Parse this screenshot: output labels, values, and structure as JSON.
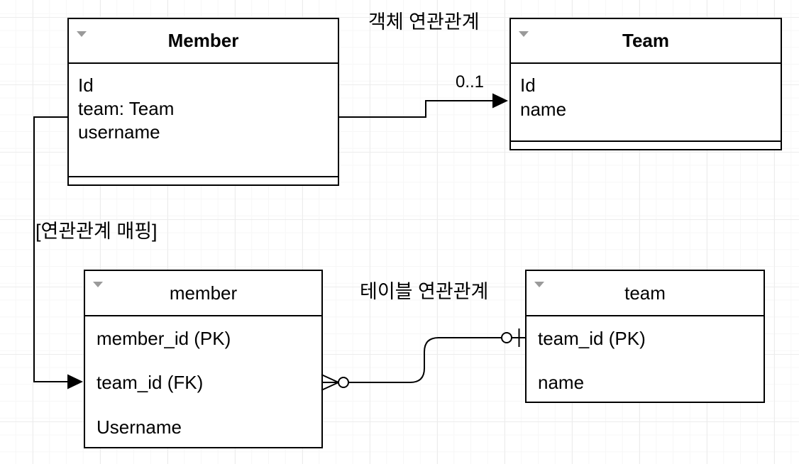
{
  "diagram": {
    "titles": {
      "object_relation": "객체 연관관계",
      "table_relation": "테이블 연관관계",
      "mapping": "[연관관계 매핑]"
    },
    "labels": {
      "multiplicity": "0..1"
    },
    "uml_classes": [
      {
        "name": "Member",
        "attributes": [
          "Id",
          "team: Team",
          "username"
        ]
      },
      {
        "name": "Team",
        "attributes": [
          "Id",
          "name"
        ]
      }
    ],
    "tables": [
      {
        "name": "member",
        "columns": [
          "member_id (PK)",
          "team_id (FK)",
          "Username"
        ]
      },
      {
        "name": "team",
        "columns": [
          "team_id (PK)",
          "name"
        ]
      }
    ],
    "colors": {
      "stroke": "#000000",
      "box_fill": "#ffffff",
      "chevron": "#9a9a9a",
      "grid_minor": "#f7f7f7",
      "grid_major": "#ececec"
    }
  }
}
